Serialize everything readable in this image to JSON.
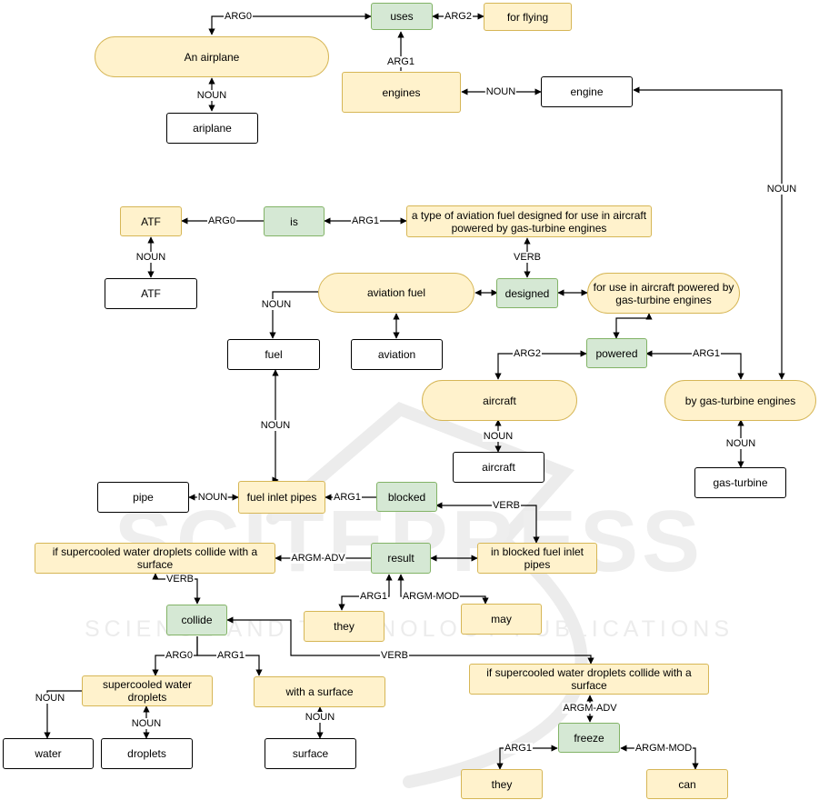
{
  "colors": {
    "argument_fill": "#fff2cc",
    "argument_border": "#d6b656",
    "verb_fill": "#d5e8d4",
    "verb_border": "#82b366",
    "word_border": "#000000",
    "watermark": "#e6e6e6"
  },
  "watermark": {
    "line1": "SCITEPRESS",
    "line2": "SCIENCE AND TECHNOLOGY PUBLICATIONS"
  },
  "nodes": {
    "uses": "uses",
    "for_flying": "for flying",
    "an_airplane": "An airplane",
    "ariplane": "ariplane",
    "engines": "engines",
    "engine": "engine",
    "atf_arg": "ATF",
    "is": "is",
    "atf_definition": "a type of aviation fuel designed for use in aircraft powered by gas-turbine engines",
    "atf_word": "ATF",
    "aviation_fuel": "aviation fuel",
    "designed": "designed",
    "for_use": "for use in aircraft powered by gas-turbine engines",
    "fuel": "fuel",
    "aviation": "aviation",
    "powered": "powered",
    "aircraft_arg": "aircraft",
    "by_gas_turbine": "by gas-turbine engines",
    "aircraft_word": "aircraft",
    "gas_turbine": "gas-turbine",
    "pipe": "pipe",
    "fuel_inlet_pipes": "fuel inlet pipes",
    "blocked": "blocked",
    "if_supercooled_1": "if supercooled water droplets collide with a surface",
    "result": "result",
    "in_blocked": "in blocked fuel inlet pipes",
    "collide": "collide",
    "they_1": "they",
    "may": "may",
    "supercooled": "supercooled water droplets",
    "with_surface": "with a surface",
    "if_supercooled_2": "if supercooled water droplets collide with a surface",
    "water": "water",
    "droplets": "droplets",
    "surface": "surface",
    "freeze": "freeze",
    "they_2": "they",
    "can": "can"
  },
  "edge_labels": {
    "arg0": "ARG0",
    "arg1": "ARG1",
    "arg2": "ARG2",
    "noun": "NOUN",
    "verb": "VERB",
    "argm_adv": "ARGM-ADV",
    "argm_mod": "ARGM-MOD"
  }
}
